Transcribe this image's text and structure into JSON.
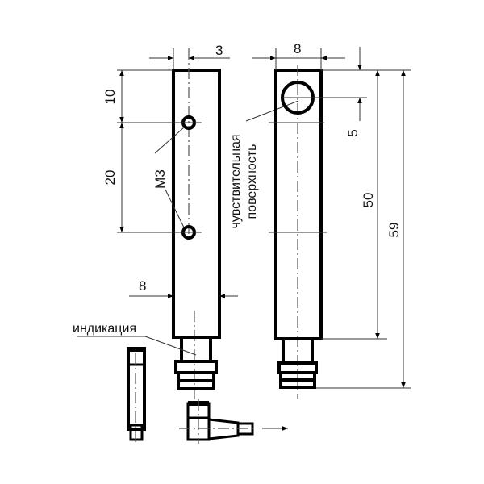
{
  "drawing": {
    "dimensions": {
      "hole_offset": "3",
      "top_to_first_hole": "10",
      "hole_spacing": "20",
      "thread": "M3",
      "body_width_side": "8",
      "body_width_front": "8",
      "surface_offset": "5",
      "body_length": "50",
      "total_length": "59"
    },
    "labels": {
      "indication": "индикация",
      "sensitive_surface_line1": "чувствительная",
      "sensitive_surface_line2": "поверхность"
    }
  }
}
